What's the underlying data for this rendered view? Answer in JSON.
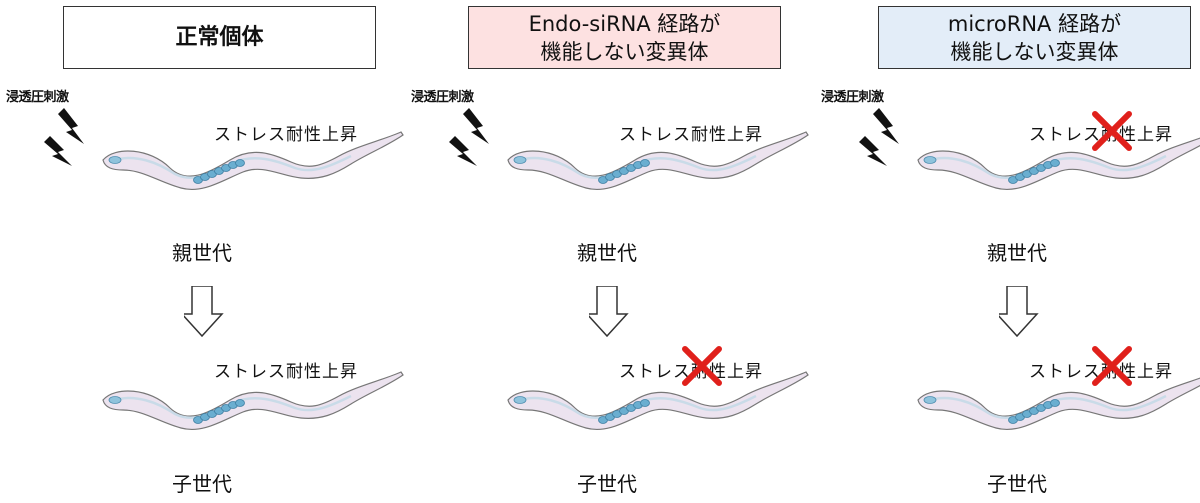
{
  "panels": [
    {
      "title": "正常個体",
      "stimulus_label": "浸透圧刺激",
      "parent_stress": "ストレス耐性上昇",
      "parent_generation": "親世代",
      "child_stress": "ストレス耐性上昇",
      "child_generation": "子世代"
    },
    {
      "title": "Endo-siRNA 経路が\n機能しない変異体",
      "stimulus_label": "浸透圧刺激",
      "parent_stress": "ストレス耐性上昇",
      "parent_generation": "親世代",
      "child_stress": "ストレス耐性上昇",
      "child_generation": "子世代"
    },
    {
      "title": "microRNA 経路が\n機能しない変異体",
      "stimulus_label": "浸透圧刺激",
      "parent_stress": "ストレス耐性上昇",
      "parent_generation": "親世代",
      "child_stress": "ストレス耐性上昇",
      "child_generation": "子世代"
    }
  ],
  "colors": {
    "title_bg_normal": "#ffffff",
    "title_bg_endo_sirna": "#fde1e1",
    "title_bg_microrna": "#e3edf8",
    "cross": "#e0201b",
    "worm_body": "#ece3ef",
    "worm_eggs": "#6aaed0"
  },
  "icons": [
    "lightning-bolt-icon",
    "down-arrow-icon",
    "red-x-icon",
    "c-elegans-worm-icon"
  ]
}
